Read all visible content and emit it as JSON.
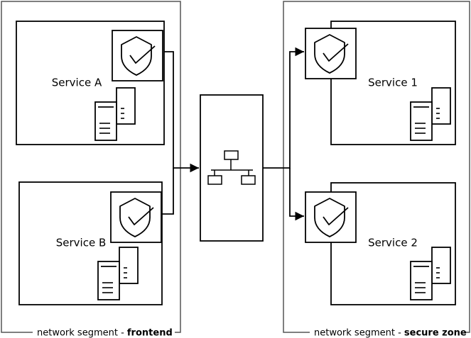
{
  "segments": {
    "left": {
      "prefix": "network segment - ",
      "name": "frontend"
    },
    "right": {
      "prefix": "network segment - ",
      "name": "secure zone"
    }
  },
  "services": {
    "a": "Service A",
    "b": "Service B",
    "one": "Service 1",
    "two": "Service 2"
  },
  "colors": {
    "stroke": "#000000",
    "segment_border": "#555555",
    "background": "#ffffff"
  },
  "icons": [
    "shield-check-icon",
    "server-icon",
    "network-switch-icon"
  ]
}
